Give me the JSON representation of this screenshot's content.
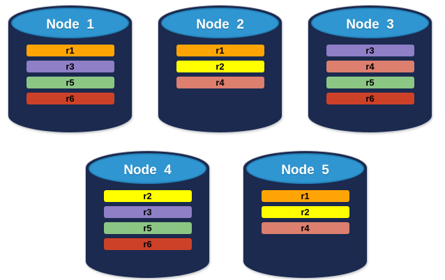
{
  "canvas": {
    "background": "#ffffff"
  },
  "colors": {
    "cylinder_body": "#1B2A4E",
    "cylinder_top": "#2F96D1",
    "title_text": "#ffffff",
    "bar_text": "#000000"
  },
  "replica_colors": {
    "r1": "#FFA405",
    "r2": "#FFFF00",
    "r3": "#8E7FC6",
    "r4": "#DC7F6E",
    "r5": "#8CC684",
    "r6": "#CC4128"
  },
  "nodes": [
    {
      "label": "Node  1",
      "replicas": [
        "r1",
        "r3",
        "r5",
        "r6"
      ]
    },
    {
      "label": "Node  2",
      "replicas": [
        "r1",
        "r2",
        "r4"
      ]
    },
    {
      "label": "Node  3",
      "replicas": [
        "r3",
        "r4",
        "r5",
        "r6"
      ]
    },
    {
      "label": "Node  4",
      "replicas": [
        "r2",
        "r3",
        "r5",
        "r6"
      ]
    },
    {
      "label": "Node  5",
      "replicas": [
        "r1",
        "r2",
        "r4"
      ]
    }
  ]
}
